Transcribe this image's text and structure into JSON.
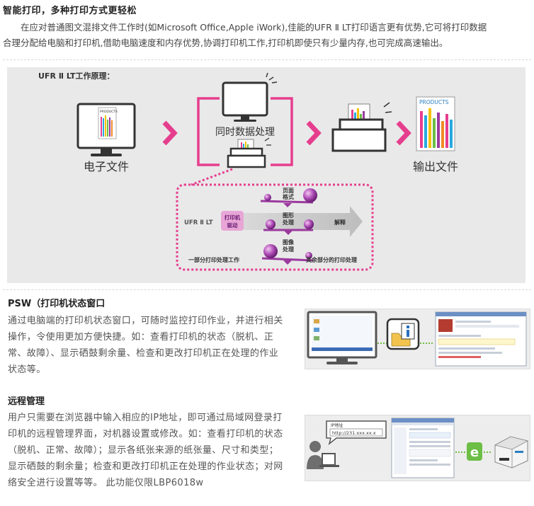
{
  "intro": {
    "title": "智能打印，多种打印方式更轻松",
    "body_line1": "　　在应对普通图文混排文件工作时(如Microsoft Office,Apple iWork),佳能的UFR Ⅱ LT打印语言更有优势,它可将打印数据",
    "body_line2": "合理分配给电脑和打印机,借助电脑速度和内存优势,协调打印机工作,打印机即使只有少量内存,也可完成高速输出。"
  },
  "diagram": {
    "title": "UFR Ⅱ LT工作原理：",
    "electronic_file_label": "电子文件",
    "processing_label": "同时数据处理",
    "output_label": "输出文件",
    "products_label": "PRODUCTS",
    "ufr_label": "UFR Ⅱ LT",
    "driver_label_1": "打印机",
    "driver_label_2": "驱动",
    "page_format_1": "页面",
    "page_format_2": "格式",
    "graphics_1": "图形",
    "graphics_2": "处理",
    "image_1": "图像",
    "image_2": "处理",
    "interpret_label": "解释",
    "partial_label": "一部分打印处理工作",
    "rest_label": "其余部分的打印处理",
    "colors": {
      "pink": "#e63e8e",
      "purple": "#9b3a9e",
      "arrow_gray": "#c8c8c8",
      "panel": "#e9e9e9"
    }
  },
  "psw": {
    "title": "PSW（打印机状态窗口",
    "body_lines": [
      "通过电脑端的打印机状态窗口，可随时监控打印作业，并进行相关",
      "操作，令使用更加方便快捷。如：查看打印机的状态（脱机、正",
      "常、故障）、显示硒鼓剩余量、检查和更改打印机正在处理的作业",
      "状态等。"
    ]
  },
  "remote": {
    "title": "远程管理",
    "body_lines": [
      "用户只需要在浏览器中输入相应的IP地址，即可通过局域网登录打",
      "印机的远程管理界面，对机器设置或修改。如：查看打印机的状态",
      "（脱机、正常、故障）；显示各纸张来源的纸张量、尺寸和类型；",
      "显示硒鼓的剩余量；检查和更改打印机正在处理的作业状态；对网",
      "络安全进行设置等等。 此功能仅限LBP6018w"
    ],
    "ip_label": "IP地址",
    "ip_value": "http://231.xxx.xx.x",
    "e_label": "e"
  }
}
